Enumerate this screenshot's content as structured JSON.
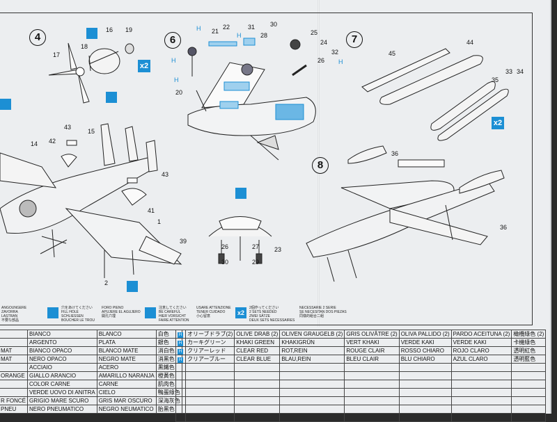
{
  "steps": {
    "s4": {
      "num": "4",
      "parts": [
        "16",
        "19",
        "17",
        "18"
      ],
      "multiplier": "x2"
    },
    "s6": {
      "num": "6",
      "parts": [
        "21",
        "22",
        "31",
        "30",
        "28",
        "25",
        "24",
        "26",
        "32",
        "20"
      ],
      "callouts": [
        "H",
        "H",
        "H",
        "H",
        "H"
      ]
    },
    "s7": {
      "num": "7",
      "parts": [
        "45",
        "44",
        "35",
        "33",
        "34"
      ],
      "multiplier": "x2"
    },
    "s8": {
      "num": "8",
      "parts": [
        "36",
        "36"
      ]
    },
    "main": {
      "parts": [
        "43",
        "15",
        "14",
        "42",
        "43",
        "41",
        "1",
        "39",
        "2"
      ]
    },
    "gear": {
      "parts": [
        "26",
        "27",
        "23",
        "30",
        "29"
      ]
    }
  },
  "legend": [
    {
      "icon": "x-icon",
      "text": "ANGOUNGERE ZAVORRA\nLASTRAN\n不要な部品"
    },
    {
      "icon": "drill-icon",
      "text": "穴をあけてください\nFILL HOLE\nSCHLIESSEN\nBOUCHER LE TROU"
    },
    {
      "icon": "hole-icon",
      "text": "FORO PIENO\nAPUJERE EL AGUJERO\n開孔穴埋\n"
    },
    {
      "icon": "glue-icon",
      "text": "注意してください\nBE CAREFUL\nHIER VORSICHT\nFAIRE ATTENTION"
    },
    {
      "icon": "caution-icon",
      "text": "USARE ATTENZIONE\nTENER CUIDADO\n小心留意"
    },
    {
      "icon": "x2-icon",
      "text": "2個作ってください\n2 SETS NEEDED\nZWEI SÄTZE\nDEUX SETS NECESSAIRES"
    },
    {
      "icon": "",
      "text": "NECESSARIE 2 SERIE\nSE NECESITAN DOS PIEZAS\n同樣的組合二組"
    }
  ],
  "colors_left": {
    "rows": [
      [
        "",
        "BIANCO",
        "BLANCO",
        "白色"
      ],
      [
        "",
        "ARGENTO",
        "PLATA",
        "銀色"
      ],
      [
        "MAT",
        "BIANCO OPACO",
        "BLANCO MATE",
        "消白色"
      ],
      [
        "MAT",
        "NERO OPACO",
        "NEGRO MATE",
        "消黑色"
      ],
      [
        "",
        "ACCIAIO",
        "ACERO",
        "黒鐵色"
      ],
      [
        "ORANGE",
        "GIALLO ARANCIO",
        "AMARILLO NARANJA",
        "橙黃色"
      ],
      [
        "",
        "COLOR CARNE",
        "CARNE",
        "肌肉色"
      ],
      [
        "",
        "VERDE UOVO DI ANITRA",
        "CIELO",
        "鴨蛋綠色"
      ],
      [
        "R FONCÉ",
        "GRIGIO MARE SCURO",
        "GRIS MAR OSCURO",
        "深海灰色"
      ],
      [
        "PNEU",
        "NERO PNEUMATICO",
        "NEGRO NEUMATICO",
        "胎黑色"
      ]
    ]
  },
  "colors_right": {
    "rows": [
      [
        "H",
        "オリーブドラブ(2)",
        "OLIVE DRAB (2)",
        "OLIVEN GRAUGELB (2)",
        "GRIS OLIVÂTRE (2)",
        "OLIVA PALLIDO (2)",
        "PARDO ACEITUNA (2)",
        "橄欖綠色 (2)"
      ],
      [
        "H",
        "カーキグリーン",
        "KHAKI GREEN",
        "KHAKIGRÜN",
        "VERT KHAKI",
        "VERDE KAKI",
        "VERDE KAKI",
        "卡機綠色"
      ],
      [
        "H",
        "クリアーレッド",
        "CLEAR RED",
        "ROT,REIN",
        "ROUGE CLAIR",
        "ROSSO CHIARO",
        "ROJO CLARO",
        "透明紅色"
      ],
      [
        "H",
        "クリアーブルー",
        "CLEAR BLUE",
        "BLAU,REIN",
        "BLEU CLAIR",
        "BLU CHIARO",
        "AZUL CLARO",
        "透明藍色"
      ]
    ],
    "empty_rows": 7
  },
  "accent": "#1c8fd4"
}
